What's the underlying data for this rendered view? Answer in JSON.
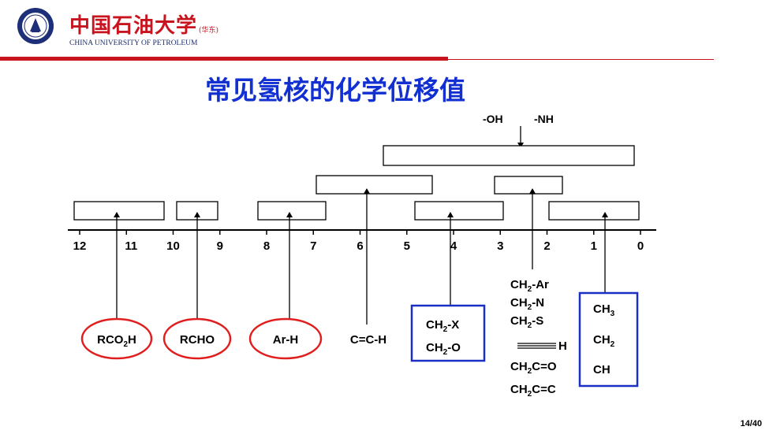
{
  "header": {
    "logo_icon": "university-seal-icon",
    "name_cn": "中国石油大学",
    "name_cn_small": "(华东)",
    "name_en": "CHINA UNIVERSITY OF PETROLEUM",
    "accent_color": "#c8141e"
  },
  "title": "常见氢核的化学位移值",
  "title_color": "#1230d2",
  "diagram": {
    "axis_ticks": [
      "12",
      "11",
      "10",
      "9",
      "8",
      "7",
      "6",
      "5",
      "4",
      "3",
      "2",
      "1",
      "0"
    ],
    "oh_label": "-OH",
    "nh_label": "-NH",
    "groups": {
      "rco2h": {
        "pre": "RCO",
        "sub": "2",
        "post": "H"
      },
      "rcho": "RCHO",
      "arh": "Ar-H",
      "cch": "C=C-H",
      "ch2x": {
        "pre": "CH",
        "sub": "2",
        "post": "-X"
      },
      "ch2o": {
        "pre": "CH",
        "sub": "2",
        "post": "-O"
      },
      "ch2ar": {
        "pre": "CH",
        "sub": "2",
        "post": "-Ar"
      },
      "ch2n": {
        "pre": "CH",
        "sub": "2",
        "post": "-N"
      },
      "ch2s": {
        "pre": "CH",
        "sub": "2",
        "post": "-S"
      },
      "alkyne_h": "H",
      "ch2co": {
        "pre": "CH",
        "sub": "2",
        "post": "C=O"
      },
      "ch2cc": {
        "pre": "CH",
        "sub": "2",
        "post": "C=C"
      },
      "ch3": {
        "pre": "CH",
        "sub": "3",
        "post": ""
      },
      "ch2": {
        "pre": "CH",
        "sub": "2",
        "post": ""
      },
      "ch": "CH"
    },
    "ellipse_color": "#e01e1e",
    "box_color": "#1b2fc4"
  },
  "page_number": "14/40"
}
